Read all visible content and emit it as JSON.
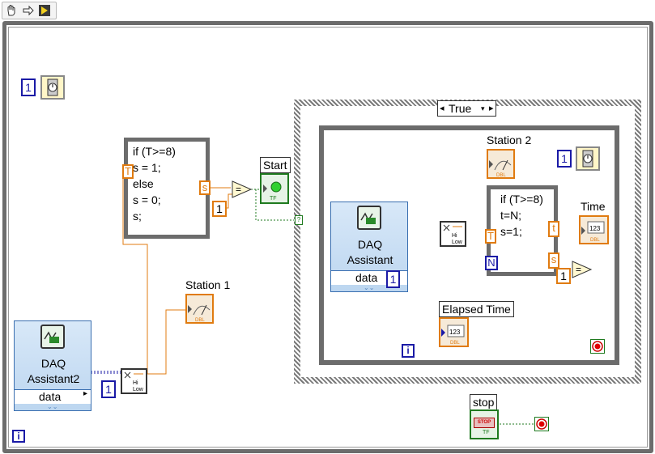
{
  "toolbar": {
    "tools": [
      {
        "icon": "hand-tool-icon"
      },
      {
        "icon": "arrow-tool-icon"
      },
      {
        "icon": "highlight-run-icon"
      }
    ]
  },
  "outer_loop": {
    "wait_constant": "1",
    "iteration_terminal": "i"
  },
  "formula1": {
    "lines": [
      "if (T>=8)",
      "s = 1;",
      "else",
      "s = 0;",
      "s;"
    ],
    "input_tunnel": "T",
    "output_tunnel": "s",
    "compare_constant": "1"
  },
  "start_indicator": {
    "label": "Start"
  },
  "daq2": {
    "title_line1": "DAQ",
    "title_line2": "Assistant2",
    "output": "data"
  },
  "daq2_constant": "1",
  "station1": {
    "label": "Station 1"
  },
  "case_structure": {
    "selector": "True"
  },
  "inner_loop": {
    "wait_constant": "1",
    "iteration_terminal": "i"
  },
  "daq": {
    "title_line1": "DAQ",
    "title_line2": "Assistant",
    "output": "data"
  },
  "daq_constant": "1",
  "station2": {
    "label": "Station 2"
  },
  "formula2": {
    "lines": [
      "if (T>=8)",
      "t=N;",
      "s=1;"
    ],
    "input_T": "T",
    "input_N": "N",
    "output_t": "t",
    "output_s": "s",
    "compare_constant": "1"
  },
  "time_indicator": {
    "label": "Time"
  },
  "elapsed_time": {
    "label": "Elapsed Time"
  },
  "stop_control": {
    "label": "stop",
    "button_text": "STOP"
  },
  "colors": {
    "orange_wire": "#e07b10",
    "blue_wire": "#1a1aa6",
    "green_wire": "#1f7a1f",
    "loop_border": "#6c6c6c"
  }
}
